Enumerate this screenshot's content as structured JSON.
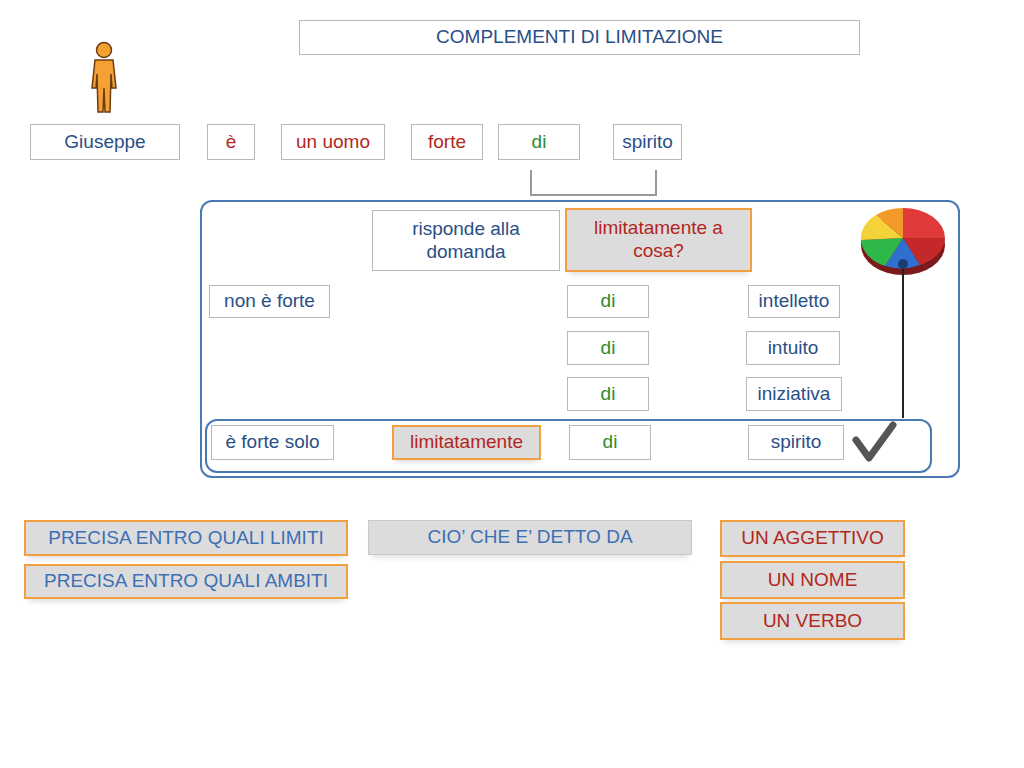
{
  "diagram": {
    "title": "COMPLEMENTI DI LIMITAZIONE",
    "nodes": [
      {
        "text": [
          "COMPLEMENTI DI LIMITAZIONE"
        ]
      },
      {
        "text": [
          "Giuseppe"
        ]
      },
      {
        "text": [
          "è"
        ]
      },
      {
        "text": [
          "un uomo"
        ]
      },
      {
        "text": [
          "forte"
        ]
      },
      {
        "text": [
          "di"
        ]
      },
      {
        "text": [
          "spirito"
        ]
      },
      {
        "text": []
      },
      {
        "text": [
          "risponde alla domanda"
        ],
        "in": 7
      },
      {
        "text": [
          "limitatamente a cosa?"
        ],
        "in": 7
      },
      {
        "text": [
          "non è forte"
        ],
        "in": 7
      },
      {
        "text": [
          "di"
        ],
        "in": 7
      },
      {
        "text": [
          "intelletto"
        ],
        "in": 7
      },
      {
        "text": [
          "di"
        ],
        "in": 7
      },
      {
        "text": [
          "intuito"
        ],
        "in": 7
      },
      {
        "text": [
          "di"
        ],
        "in": 7
      },
      {
        "text": [
          "iniziativa"
        ],
        "in": 7
      },
      {
        "text": [],
        "in": 7
      },
      {
        "text": [
          "è forte solo"
        ],
        "in": 17
      },
      {
        "text": [
          "limitatamente"
        ],
        "in": 17
      },
      {
        "text": [
          "di"
        ],
        "in": 17
      },
      {
        "text": [
          "spirito"
        ],
        "in": 17
      },
      {
        "text": [
          "PRECISA ENTRO QUALI LIMITI"
        ]
      },
      {
        "text": [
          "CIO’ CHE E’ DETTO DA"
        ]
      },
      {
        "text": [
          "UN AGGETTIVO"
        ]
      },
      {
        "text": [
          "PRECISA ENTRO QUALI AMBITI"
        ]
      },
      {
        "text": [
          "UN NOME"
        ]
      },
      {
        "text": [
          "UN VERBO"
        ]
      }
    ]
  }
}
